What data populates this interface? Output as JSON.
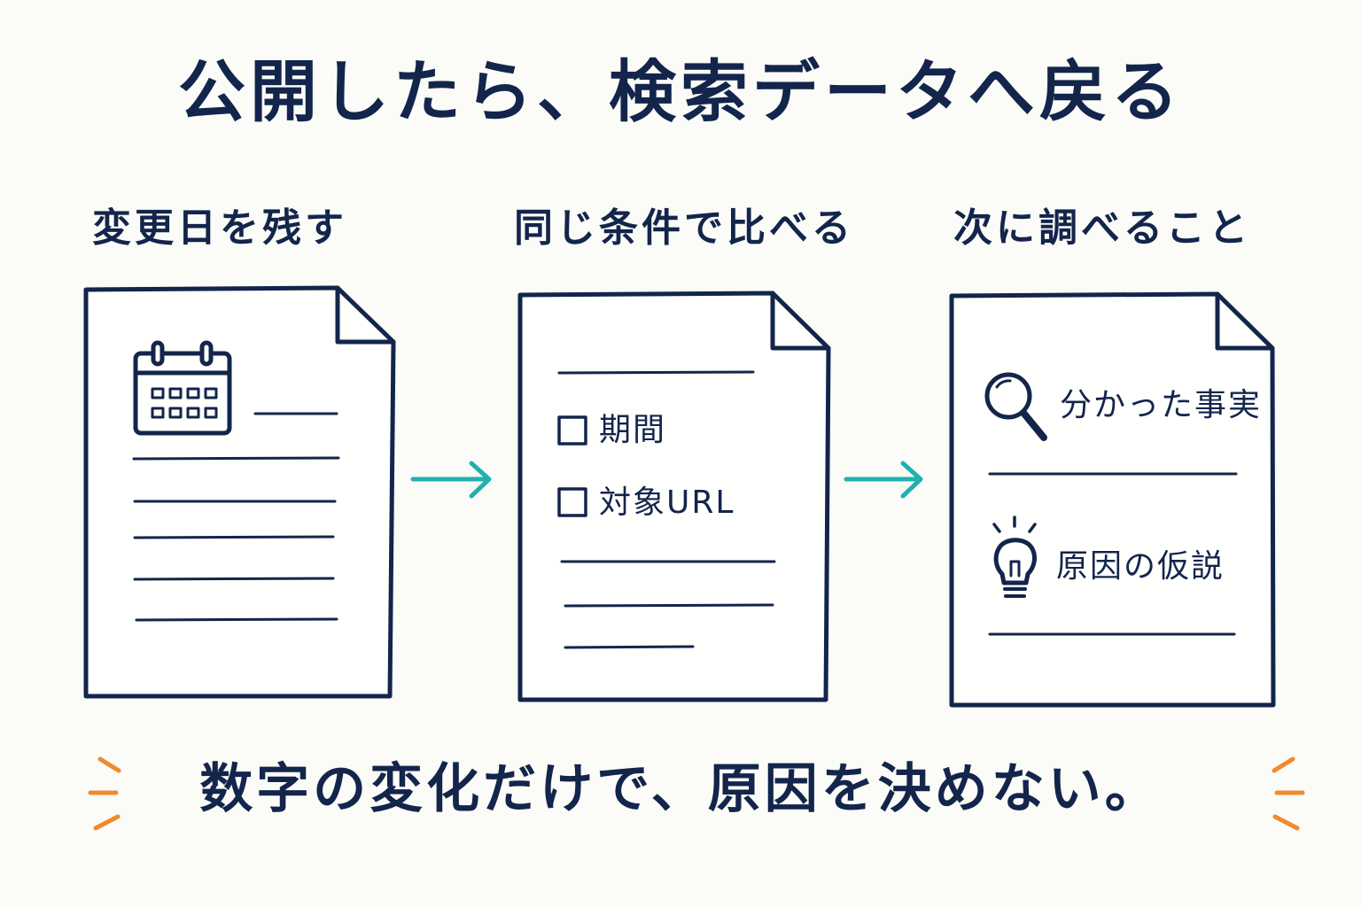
{
  "title": "公開したら、検索データへ戻る",
  "steps": [
    {
      "label": "変更日を残す",
      "icon": "calendar-icon"
    },
    {
      "label": "同じ条件で比べる",
      "checklist": [
        "期間",
        "対象URL"
      ]
    },
    {
      "label": "次に調べること",
      "items": [
        {
          "icon": "magnifier-icon",
          "text": "分かった事実"
        },
        {
          "icon": "lightbulb-icon",
          "text": "原因の仮説"
        }
      ]
    }
  ],
  "footer": "数字の変化だけで、原因を決めない。",
  "colors": {
    "ink": "#13254b",
    "arrow": "#20b0b0",
    "accent": "#f08a2c",
    "background": "#fbfbf8"
  }
}
